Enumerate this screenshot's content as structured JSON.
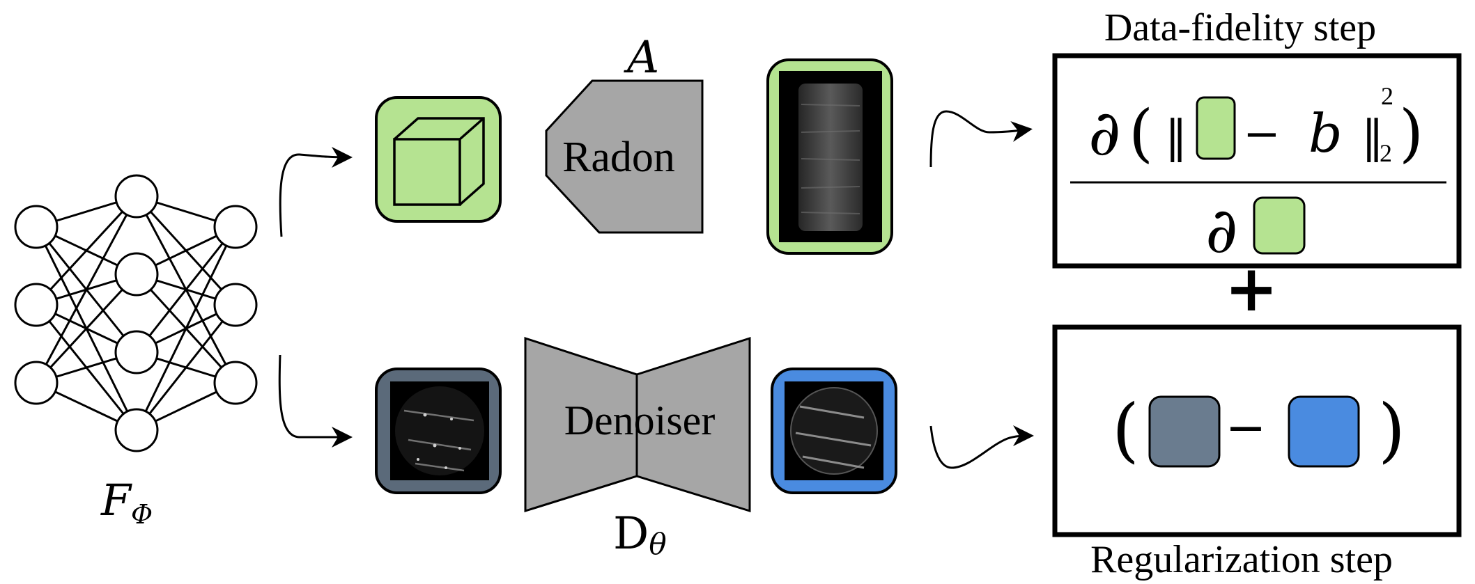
{
  "colors": {
    "green": "#b5e391",
    "slate": "#5b6a7a",
    "slate_light": "#6a7c8f",
    "blue": "#4a8be0",
    "gray": "#a6a6a6",
    "stroke": "#000000"
  },
  "network": {
    "label_main": "F",
    "label_sub": "Φ",
    "layer_sizes": [
      3,
      4,
      3
    ]
  },
  "top_branch": {
    "operator_symbol": "A",
    "operator_label": "Radon",
    "input_icon": "cube-icon",
    "output_icon": "sinogram-image"
  },
  "bottom_branch": {
    "operator_symbol": "D",
    "operator_subscript": "θ",
    "operator_label": "Denoiser",
    "input_icon": "noisy-slice-image",
    "output_icon": "denoised-slice-image"
  },
  "data_fidelity": {
    "title": "Data-fidelity step",
    "partial": "∂",
    "open_paren": "(",
    "close_paren": ")",
    "norm_bar": "‖",
    "minus": "−",
    "variable": "b",
    "norm_sup": "2",
    "norm_sub": "2"
  },
  "plus_sign": "+",
  "regularization": {
    "title": "Regularization step",
    "open_paren": "(",
    "close_paren": ")",
    "minus": "−"
  }
}
